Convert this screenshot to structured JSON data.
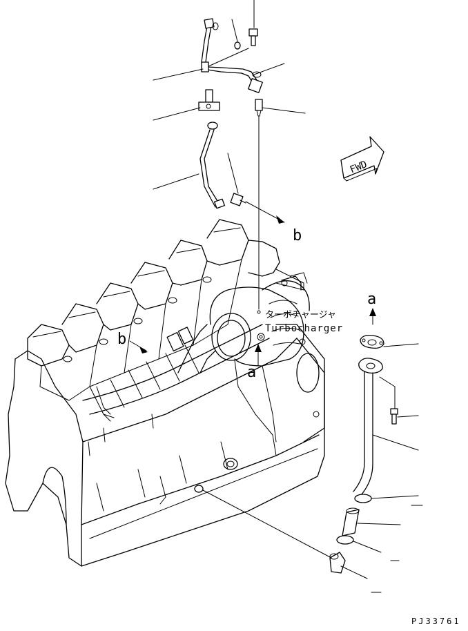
{
  "labels": {
    "turbo_ja": "ターボチャージャ",
    "turbo_en": "Turbocharger",
    "fwd": "FWD",
    "ref_a_upper": "a",
    "ref_a_lower": "a",
    "ref_b_upper": "b",
    "ref_b_lower": "b",
    "drawing_number": "PJ33761"
  },
  "icons": {
    "fwd_arrow": "fwd-arrow-icon"
  }
}
